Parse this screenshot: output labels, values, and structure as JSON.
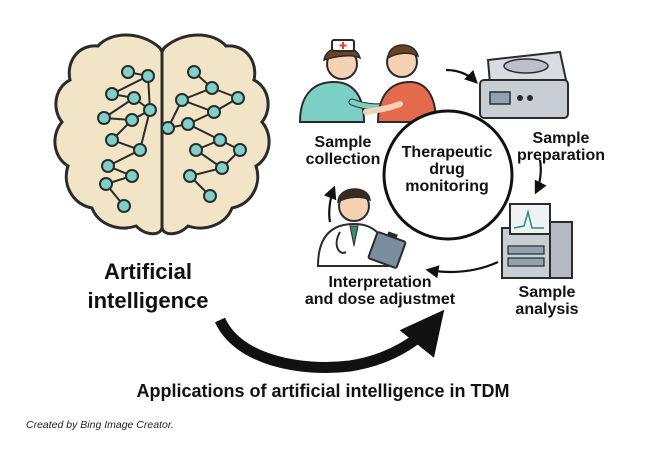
{
  "ai_label": {
    "line1": "Artificial",
    "line2": "intelligence"
  },
  "center_label": {
    "line1": "Therapeutic",
    "line2": "drug",
    "line3": "monitoring"
  },
  "steps": {
    "collection": {
      "line1": "Sample",
      "line2": "collection"
    },
    "preparation": {
      "line1": "Sample",
      "line2": "preparation"
    },
    "analysis": {
      "line1": "Sample",
      "line2": "analysis"
    },
    "interpretation": {
      "line1": "Interpretation",
      "line2": "and dose adjustmet"
    }
  },
  "caption": "Applications of artificial intelligence in TDM",
  "credit": "Created by Bing Image Creator.",
  "colors": {
    "brain_fill": "#f2e4c7",
    "brain_stroke": "#2b2b2b",
    "node_fill": "#7fd1c8",
    "nurse_uniform": "#7ccfc4",
    "patient_shirt": "#e36a4a",
    "arrow": "#111111"
  },
  "icons": [
    "brain-icon",
    "nurse-icon",
    "patient-icon",
    "centrifuge-icon",
    "analyzer-icon",
    "doctor-icon",
    "clipboard-icon"
  ]
}
